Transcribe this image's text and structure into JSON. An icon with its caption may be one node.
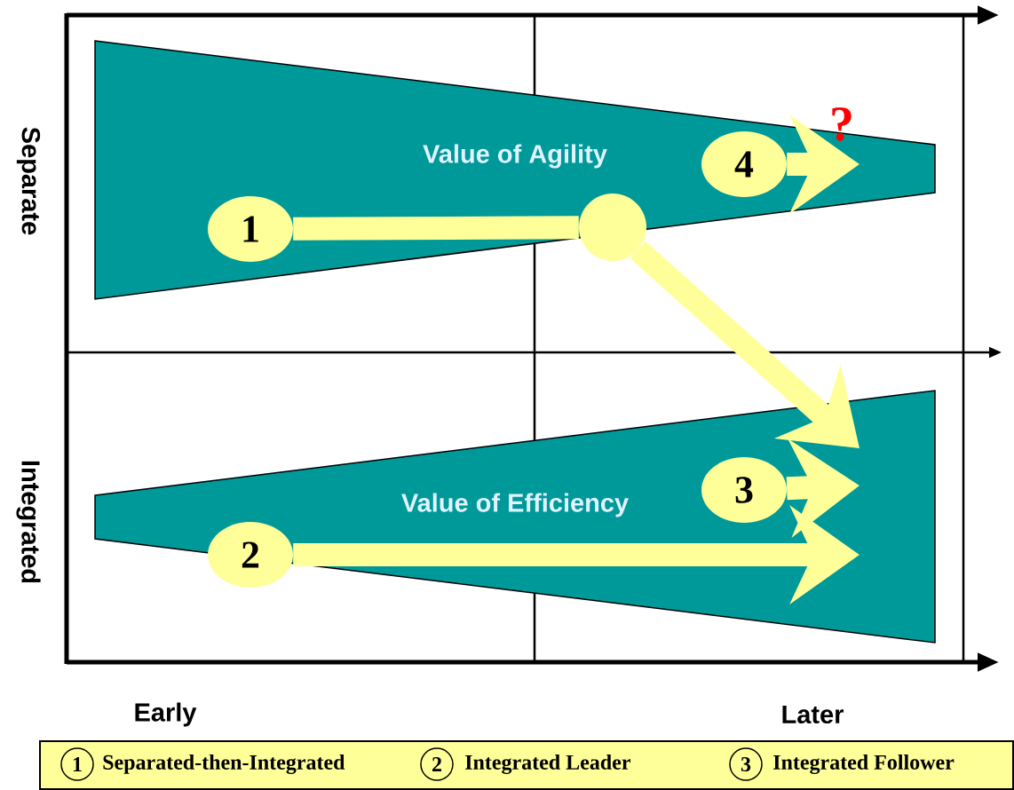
{
  "diagram": {
    "nodes": [
      {
        "text": [
          "Value of Agility"
        ]
      },
      {
        "text": [
          "Value of Efficiency"
        ]
      },
      {
        "text": [
          "1"
        ],
        "in": 0
      },
      {
        "text": [],
        "shape": "circle",
        "in": 0
      },
      {
        "text": [
          "4"
        ],
        "in": 0
      },
      {
        "text": [
          "3"
        ],
        "in": 1
      },
      {
        "text": [
          "2"
        ],
        "in": 1
      }
    ],
    "edges": [
      {
        "from": 2,
        "to": 3,
        "arrow": "none"
      },
      {
        "from": 3,
        "to": null,
        "arrow": "to"
      },
      {
        "from": 4,
        "to": null,
        "arrow": "to"
      },
      {
        "from": 5,
        "to": null,
        "arrow": "to"
      },
      {
        "from": 6,
        "to": null,
        "arrow": "to"
      }
    ],
    "labels": [
      "?",
      "Separate",
      "Integrated",
      "Early",
      "Later",
      "1",
      "2",
      "3"
    ],
    "legend": [
      {
        "text": "Separated-then-Integrated"
      },
      {
        "text": "Integrated Leader"
      },
      {
        "text": "Integrated Follower"
      }
    ]
  }
}
